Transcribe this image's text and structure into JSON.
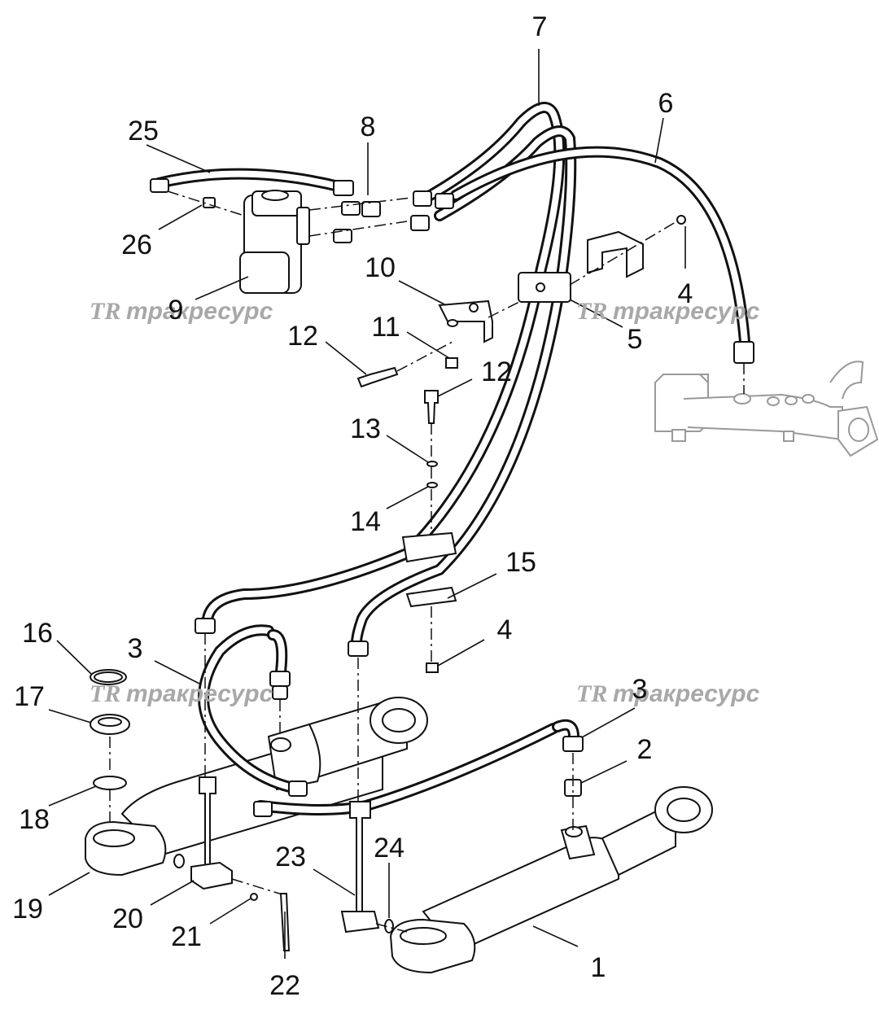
{
  "diagram": {
    "callouts": [
      {
        "id": "c1",
        "label": "1"
      },
      {
        "id": "c2",
        "label": "2"
      },
      {
        "id": "c3a",
        "label": "3"
      },
      {
        "id": "c3b",
        "label": "3"
      },
      {
        "id": "c4a",
        "label": "4"
      },
      {
        "id": "c4b",
        "label": "4"
      },
      {
        "id": "c5",
        "label": "5"
      },
      {
        "id": "c6",
        "label": "6"
      },
      {
        "id": "c7",
        "label": "7"
      },
      {
        "id": "c8",
        "label": "8"
      },
      {
        "id": "c9",
        "label": "9"
      },
      {
        "id": "c10",
        "label": "10"
      },
      {
        "id": "c11",
        "label": "11"
      },
      {
        "id": "c12a",
        "label": "12"
      },
      {
        "id": "c12b",
        "label": "12"
      },
      {
        "id": "c13",
        "label": "13"
      },
      {
        "id": "c14",
        "label": "14"
      },
      {
        "id": "c15",
        "label": "15"
      },
      {
        "id": "c16",
        "label": "16"
      },
      {
        "id": "c17",
        "label": "17"
      },
      {
        "id": "c18",
        "label": "18"
      },
      {
        "id": "c19",
        "label": "19"
      },
      {
        "id": "c20",
        "label": "20"
      },
      {
        "id": "c21",
        "label": "21"
      },
      {
        "id": "c22",
        "label": "22"
      },
      {
        "id": "c23",
        "label": "23"
      },
      {
        "id": "c24",
        "label": "24"
      },
      {
        "id": "c25",
        "label": "25"
      },
      {
        "id": "c26",
        "label": "26"
      }
    ],
    "watermark": {
      "logo": "TR",
      "text": "тракресурс"
    }
  }
}
